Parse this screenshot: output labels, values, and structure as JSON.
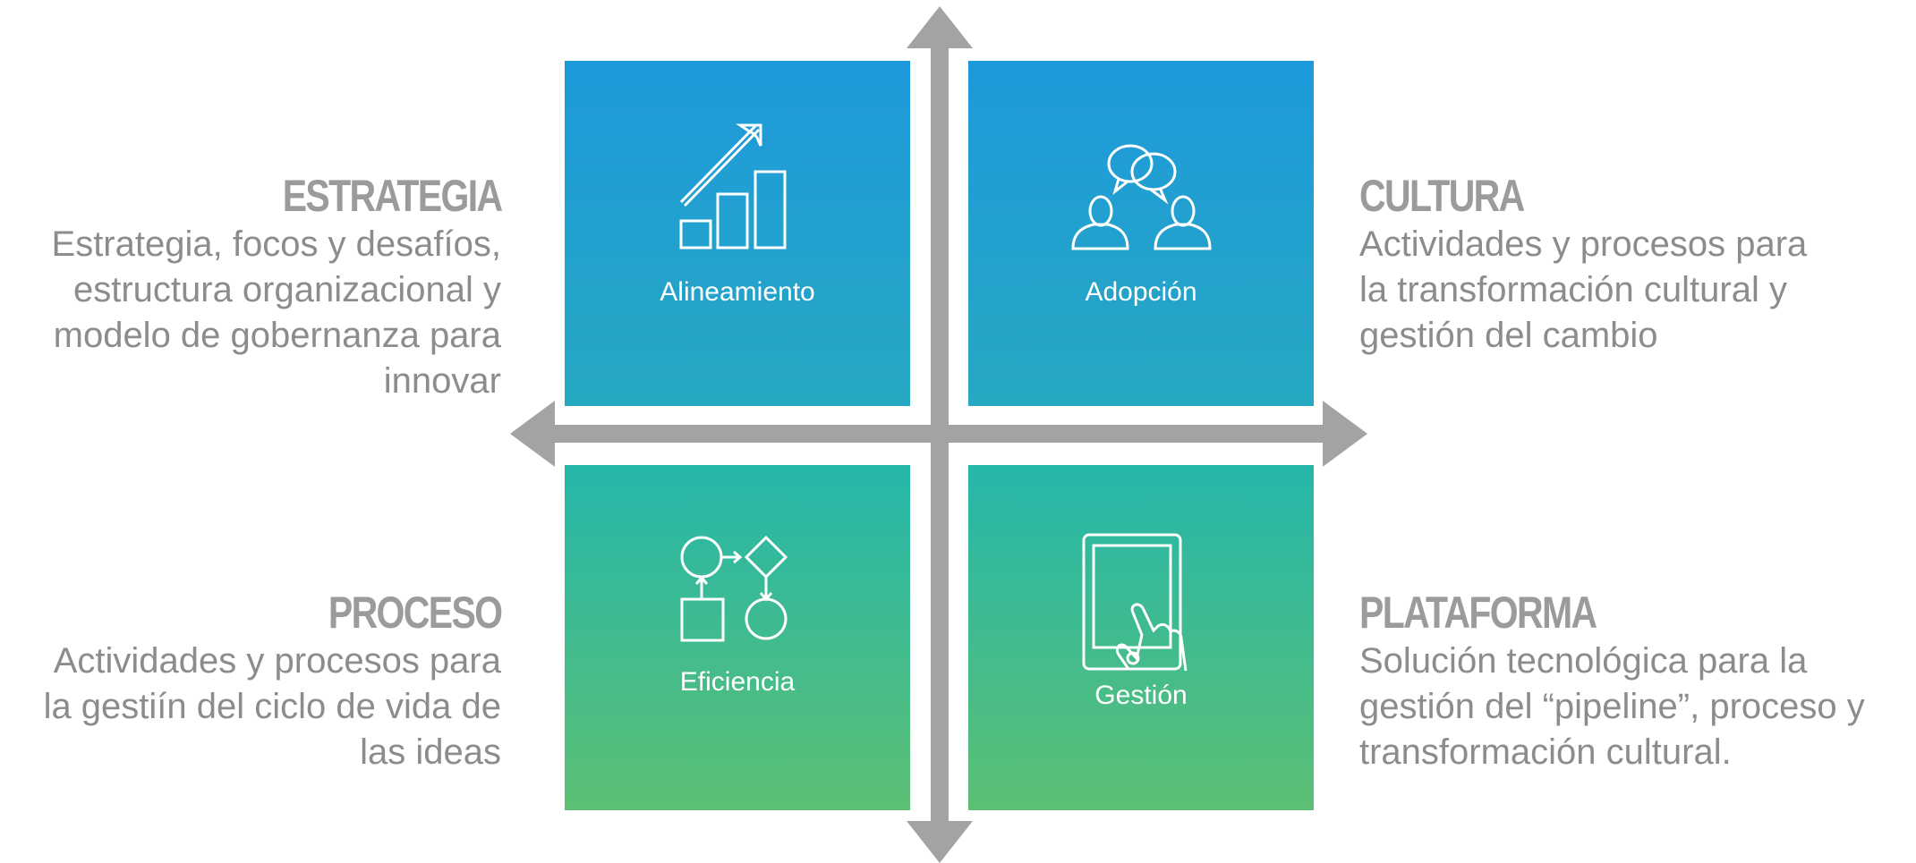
{
  "colors": {
    "axis": "#a3a3a3",
    "top_gradient": [
      "#1e99db",
      "#27a8c2"
    ],
    "bottom_gradient": [
      "#25b7aa",
      "#5cbf74"
    ],
    "side_text": "#8c8c8c"
  },
  "quadrants": {
    "top_left": {
      "label": "Alineamiento",
      "icon": "bar-growth-icon"
    },
    "top_right": {
      "label": "Adopción",
      "icon": "people-conversation-icon"
    },
    "bottom_left": {
      "label": "Eficiencia",
      "icon": "process-flow-icon"
    },
    "bottom_right": {
      "label": "Gestión",
      "icon": "tablet-touch-icon"
    }
  },
  "sides": {
    "estrategia": {
      "title": "ESTRATEGIA",
      "lines": [
        "Estrategia, focos y desafíos,",
        "estructura organizacional y",
        "modelo de gobernanza para",
        "innovar"
      ]
    },
    "cultura": {
      "title": "CULTURA",
      "lines": [
        "Actividades y procesos para",
        "la transformación cultural y",
        "gestión del cambio"
      ]
    },
    "proceso": {
      "title": "PROCESO",
      "lines": [
        "Actividades y procesos para",
        "la gestiín del ciclo de vida de",
        "las ideas"
      ]
    },
    "plataforma": {
      "title": "PLATAFORMA",
      "lines": [
        "Solución tecnológica para la",
        "gestión del “pipeline”, proceso y",
        "transformación cultural."
      ]
    }
  }
}
